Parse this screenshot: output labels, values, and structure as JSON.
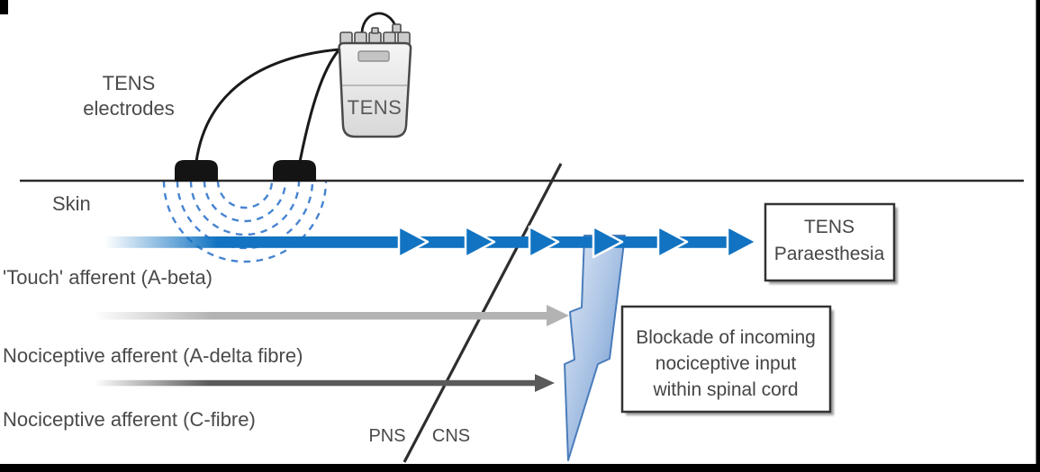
{
  "labels": {
    "electrodes_caption_line1": "TENS",
    "electrodes_caption_line2": "electrodes",
    "device_label": "TENS",
    "skin": "Skin",
    "touch_afferent": "'Touch' afferent (A-beta)",
    "a_delta_afferent": "Nociceptive afferent (A-delta fibre)",
    "c_fibre_afferent": "Nociceptive afferent (C-fibre)",
    "pns": "PNS",
    "cns": "CNS"
  },
  "outcome_box": {
    "line1": "TENS",
    "line2": "Paraesthesia"
  },
  "blockade_box": {
    "line1": "Blockade of incoming",
    "line2": "nociceptive input",
    "line3": "within spinal cord"
  },
  "icons": {
    "blockade_bolt": "lightning-bolt-down",
    "stimulation_field": "dashed-arc-ripples",
    "pathway_arrows": "chevron-arrow-chain"
  },
  "colors": {
    "touch_pathway_blue": "#1173c1",
    "a_delta_gray": "#b3b3b3",
    "c_fibre_dark_gray": "#5a5a5a",
    "field_arc_blue": "#3d7ecf",
    "bolt_light_blue": "#dfe8f4",
    "bolt_deep_blue": "#5f8dc9",
    "line_black": "#2b2b2b",
    "label_gray": "#4a4a4a"
  }
}
